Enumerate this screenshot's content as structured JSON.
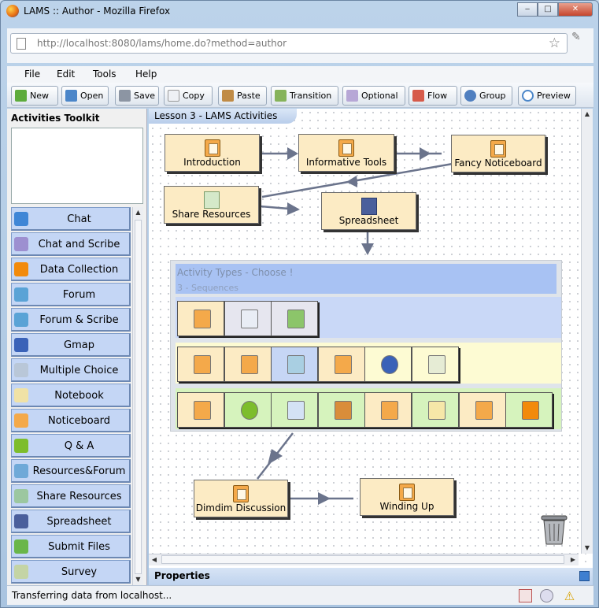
{
  "window": {
    "title": "LAMS :: Author - Mozilla Firefox",
    "minimize": "‒",
    "maximize": "□",
    "close": "✕"
  },
  "nav": {
    "url": "http://localhost:8080/lams/home.do?method=author"
  },
  "menubar": [
    "File",
    "Edit",
    "Tools",
    "Help"
  ],
  "toolbar": {
    "new": "New",
    "open": "Open",
    "save": "Save",
    "copy": "Copy",
    "paste": "Paste",
    "transition": "Transition",
    "optional": "Optional",
    "flow": "Flow",
    "group": "Group",
    "preview": "Preview"
  },
  "toolkit": {
    "title": "Activities Toolkit",
    "items": [
      {
        "label": "Chat",
        "icon": "chat-icon",
        "color": "#3f86d6"
      },
      {
        "label": "Chat and Scribe",
        "icon": "chat-scribe-icon",
        "color": "#9d8fd0"
      },
      {
        "label": "Data Collection",
        "icon": "data-collection-icon",
        "color": "#f28a0c"
      },
      {
        "label": "Forum",
        "icon": "forum-icon",
        "color": "#5aa3d6"
      },
      {
        "label": "Forum & Scribe",
        "icon": "forum-scribe-icon",
        "color": "#5aa3d6"
      },
      {
        "label": "Gmap",
        "icon": "gmap-icon",
        "color": "#3a62b8"
      },
      {
        "label": "Multiple Choice",
        "icon": "multiple-choice-icon",
        "color": "#b9c7d8"
      },
      {
        "label": "Notebook",
        "icon": "notebook-icon",
        "color": "#f0e2a6"
      },
      {
        "label": "Noticeboard",
        "icon": "noticeboard-icon",
        "color": "#f4a94a"
      },
      {
        "label": "Q & A",
        "icon": "qa-icon",
        "color": "#7dbd2c"
      },
      {
        "label": "Resources&Forum",
        "icon": "resources-forum-icon",
        "color": "#6fa9d8"
      },
      {
        "label": "Share Resources",
        "icon": "share-resources-icon",
        "color": "#9cc7a0"
      },
      {
        "label": "Spreadsheet",
        "icon": "spreadsheet-icon",
        "color": "#4a5f9c"
      },
      {
        "label": "Submit Files",
        "icon": "submit-files-icon",
        "color": "#6ab64a"
      },
      {
        "label": "Survey",
        "icon": "survey-icon",
        "color": "#c4d4a5"
      }
    ]
  },
  "canvas": {
    "lesson_title": "Lesson 3 - LAMS Activities",
    "nodes": {
      "introduction": "Introduction",
      "informative_tools": "Informative Tools",
      "fancy_noticeboard": "Fancy Noticeboard",
      "share_resources": "Share Resources",
      "spreadsheet": "Spreadsheet",
      "dimdim": "Dimdim Discussion",
      "winding_up": "Winding Up"
    },
    "sequence": {
      "title": "Activity Types - Choose !",
      "subtitle": "3 - Sequences",
      "rows": [
        {
          "bg": "#c9d8f7",
          "cells": [
            "noticeboard-icon",
            "multiple-choice-icon",
            "submit-files-icon"
          ]
        },
        {
          "bg": "#fdfbd3",
          "cells": [
            "noticeboard-icon",
            "noticeboard-icon",
            "share-resources-icon",
            "noticeboard-icon",
            "gmap-icon",
            "survey-icon"
          ]
        },
        {
          "bg": "#d6f3bd",
          "cells": [
            "noticeboard-icon",
            "qa-icon",
            "survey-check-icon",
            "vote-icon",
            "noticeboard-icon",
            "notebook-icon",
            "noticeboard-icon",
            "data-collection-icon"
          ]
        }
      ]
    }
  },
  "properties": {
    "title": "Properties"
  },
  "status": {
    "text": "Transferring data from localhost..."
  }
}
